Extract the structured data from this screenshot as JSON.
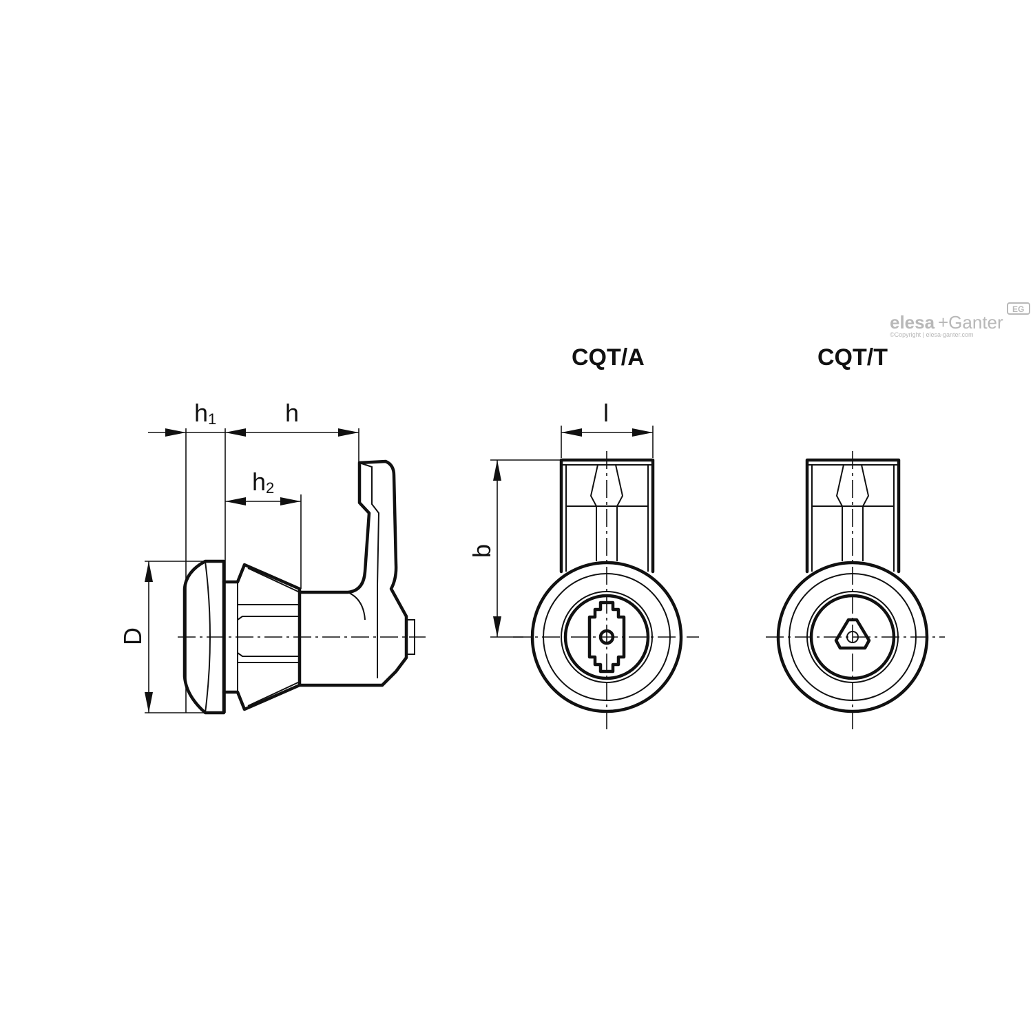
{
  "views": {
    "cqt_a": {
      "title": "CQT/A"
    },
    "cqt_t": {
      "title": "CQT/T"
    }
  },
  "dimensions": {
    "h1": {
      "main": "h",
      "sub": "1"
    },
    "h": {
      "main": "h"
    },
    "h2": {
      "main": "h",
      "sub": "2"
    },
    "D": {
      "main": "D"
    },
    "b": {
      "main": "b"
    },
    "l": {
      "main": "l"
    }
  },
  "brand": {
    "logo_name": "elesa+ganter-logo",
    "logo_text_1": "elesa",
    "logo_text_2": "+Ganter",
    "badge": "EG",
    "copyright": "©Copyright | elesa-ganter.com",
    "color": "#b8b8b8"
  }
}
